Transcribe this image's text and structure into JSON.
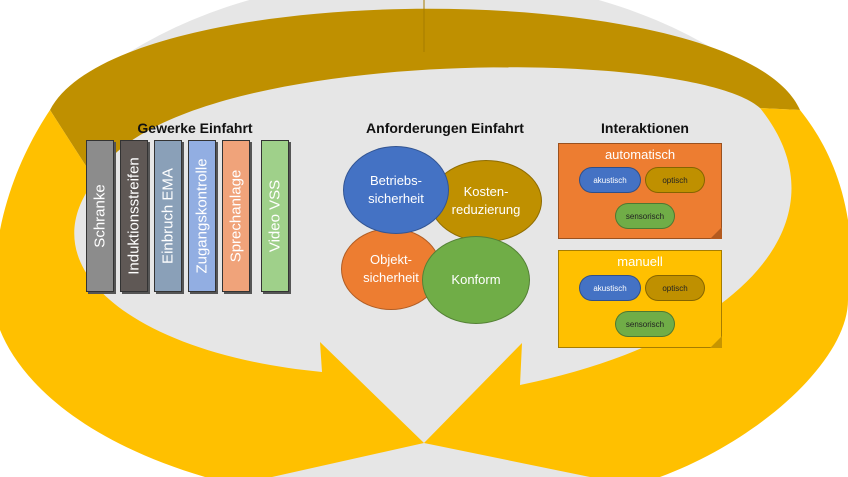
{
  "headings": {
    "gewerke": "Gewerke Einfahrt",
    "anforderungen": "Anforderungen Einfahrt",
    "interaktionen": "Interaktionen"
  },
  "gewerke": [
    {
      "label": "Schranke",
      "color": "#8c8c8c"
    },
    {
      "label": "Induktionsstreifen",
      "color": "#5f5855"
    },
    {
      "label": "Einbruch EMA",
      "color": "#8aa0b8"
    },
    {
      "label": "Zugangskontrolle",
      "color": "#92aee2"
    },
    {
      "label": "Sprechanlage",
      "color": "#f0a37a"
    },
    {
      "label": "Video VSS",
      "color": "#9fd08a"
    }
  ],
  "anforderungen": [
    {
      "label": "Betriebs-\nsicherheit",
      "color": "#4472c4"
    },
    {
      "label": "Kosten-\nreduzierung",
      "color": "#bf9000"
    },
    {
      "label": "Objekt-\nsicherheit",
      "color": "#ed7d31"
    },
    {
      "label": "Konform",
      "color": "#70ad47"
    }
  ],
  "interaktionen": {
    "automatisch": {
      "title": "automatisch",
      "color": "#ed7d31",
      "chips": [
        {
          "label": "akustisch",
          "color": "#4472c4"
        },
        {
          "label": "optisch",
          "color": "#bf9000"
        },
        {
          "label": "sensorisch",
          "color": "#70ad47"
        }
      ]
    },
    "manuell": {
      "title": "manuell",
      "color": "#ffc000",
      "chips": [
        {
          "label": "akustisch",
          "color": "#4472c4"
        },
        {
          "label": "optisch",
          "color": "#bf9000"
        },
        {
          "label": "sensorisch",
          "color": "#70ad47"
        }
      ]
    }
  },
  "colors": {
    "background_circle": "#e6e6e6",
    "arrow_dark": "#bf9000",
    "arrow_light": "#ffc000"
  }
}
